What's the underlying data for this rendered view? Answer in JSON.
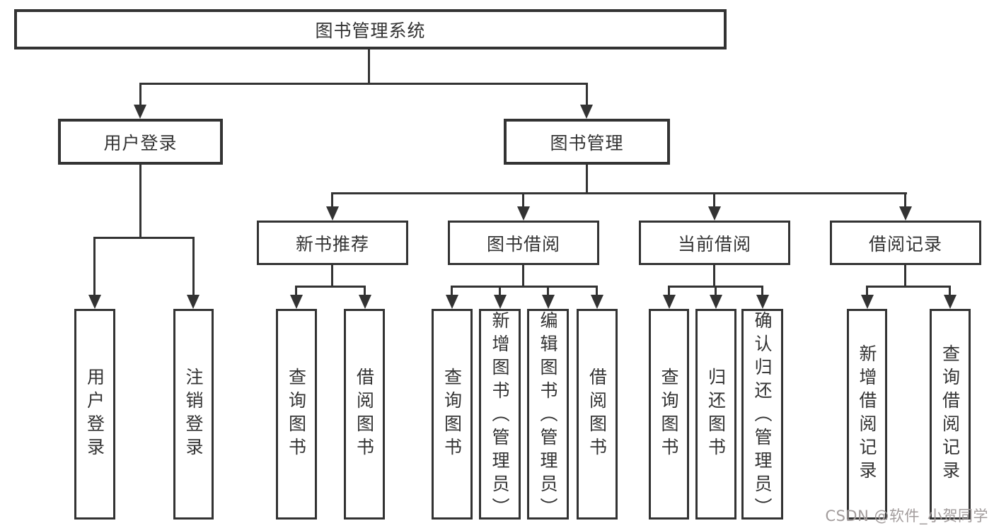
{
  "diagram": {
    "root_label": "图书管理系统",
    "user_login": {
      "label": "用户登录",
      "children": [
        "用户登录",
        "注销登录"
      ]
    },
    "book_mgmt": {
      "label": "图书管理"
    },
    "new_books": {
      "label": "新书推荐",
      "children": [
        "查询图书",
        "借阅图书"
      ]
    },
    "book_borrow": {
      "label": "图书借阅",
      "children": [
        "查询图书",
        "新增图书（管理员）",
        "编辑图书（管理员）",
        "借阅图书"
      ]
    },
    "current_borrow": {
      "label": "当前借阅",
      "children": [
        "查询图书",
        "归还图书",
        "确认归还（管理员）"
      ]
    },
    "borrow_records": {
      "label": "借阅记录",
      "children": [
        "新增借阅记录",
        "查询借阅记录"
      ]
    },
    "colors": {
      "line": "#333333",
      "box_background": "#ffffff",
      "text": "#333333"
    }
  },
  "watermark": {
    "text": "CSDN @软件_小贺同学",
    "color": "#a29c9c"
  }
}
